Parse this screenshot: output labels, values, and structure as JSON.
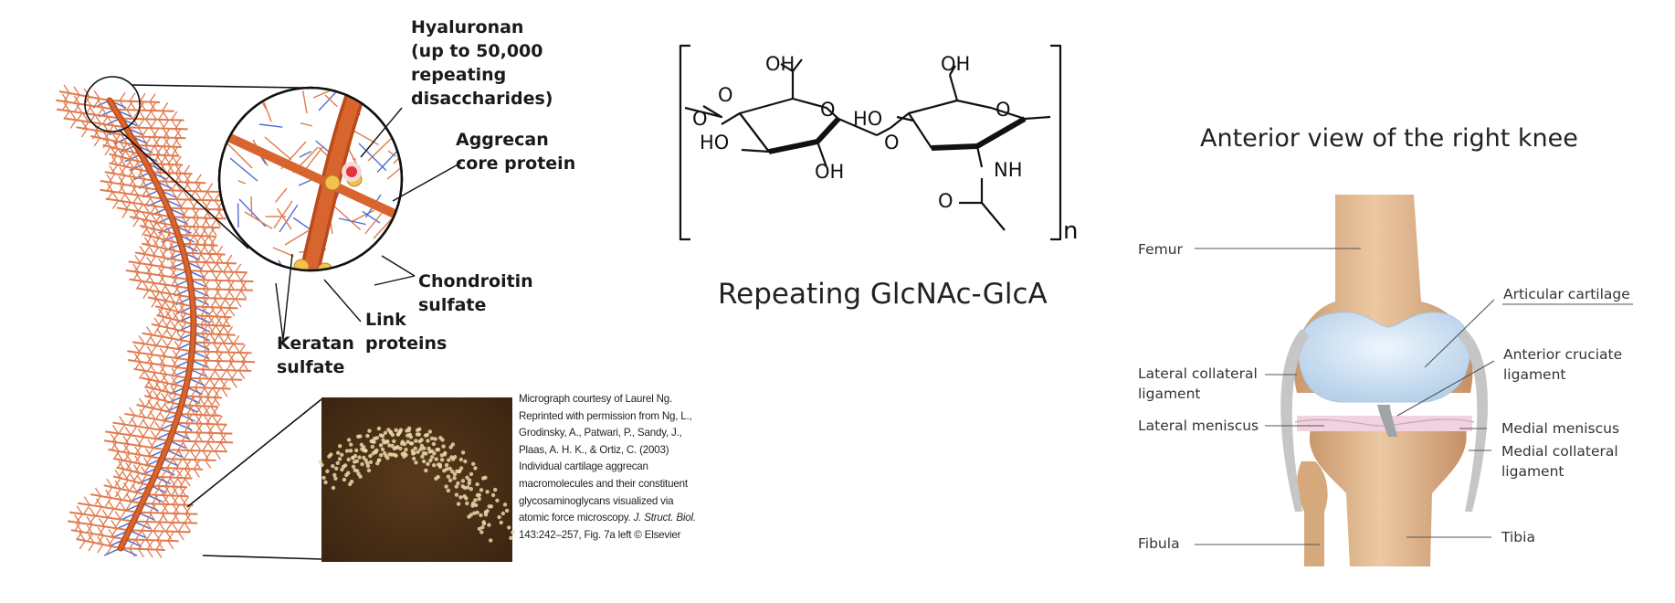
{
  "aggrecan": {
    "hyaluronan_label": [
      "Hyaluronan",
      "(up to 50,000",
      "repeating",
      "disaccharides)"
    ],
    "aggrecan_core_label": [
      "Aggrecan",
      "core protein"
    ],
    "chondroitin_label": [
      "Chondroitin",
      "sulfate"
    ],
    "link_label": [
      "Link",
      "proteins"
    ],
    "keratan_label": [
      "Keratan",
      "sulfate"
    ],
    "credit_lines": [
      "Micrograph courtesy of Laurel Ng.",
      "Reprinted with permission from Ng, L.,",
      "Grodinsky, A., Patwari, P., Sandy, J.,",
      "Plaas, A. H. K., & Ortiz, C. (2003)",
      "Individual cartilage aggrecan",
      "macromolecules and their constituent",
      "glycosaminoglycans visualized via"
    ],
    "credit_line8_plain": "atomic force microscopy. ",
    "credit_line8_italic": "J. Struct. Biol.",
    "credit_line9": "143:242–257, Fig. 7a left © Elsevier"
  },
  "structure": {
    "atoms": {
      "oh_top_left": "OH",
      "o_carbonyl": "O",
      "o_ring_left": "O",
      "o_link_left": "O",
      "ho_left": "HO",
      "oh_bottom_left": "OH",
      "o_glycosidic": "O",
      "ho_right": "HO",
      "oh_top_right": "OH",
      "o_ring_right": "O",
      "nh": "NH",
      "o_acetyl": "O"
    },
    "subscript": "n",
    "caption": "Repeating GlcNAc-GlcA"
  },
  "knee": {
    "title": "Anterior view of the right knee",
    "labels": {
      "femur": "Femur",
      "articular_cartilage": "Articular cartilage",
      "lateral_collateral": [
        "Lateral collateral",
        "ligament"
      ],
      "anterior_cruciate": [
        "Anterior cruciate",
        "ligament"
      ],
      "lateral_meniscus": "Lateral meniscus",
      "medial_meniscus": "Medial meniscus",
      "medial_collateral": [
        "Medial collateral",
        "ligament"
      ],
      "fibula": "Fibula",
      "tibia": "Tibia"
    }
  },
  "colors": {
    "core_protein": "#d9652e",
    "chain_orange": "#e07a4e",
    "chain_blue": "#4f6fd0",
    "link_yellow": "#f2c14e",
    "hyaluronan_red": "#e5323a",
    "bone": "#dfb891",
    "cartilage": "#cfe3f5",
    "meniscus": "#f1d5e0",
    "ligament": "#c8c8c8",
    "micrograph_bg": "#4a2f18"
  }
}
